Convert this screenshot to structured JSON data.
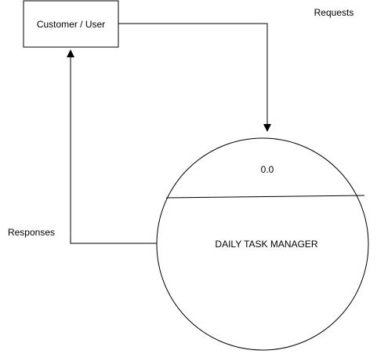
{
  "diagram": {
    "entity": {
      "label": "Customer / User"
    },
    "process": {
      "number": "0.0",
      "name": "DAILY TASK MANAGER"
    },
    "flows": {
      "requests": {
        "label": "Requests"
      },
      "responses": {
        "label": "Responses"
      }
    },
    "colors": {
      "stroke": "#000000",
      "fill": "#ffffff",
      "text": "#000000"
    }
  }
}
